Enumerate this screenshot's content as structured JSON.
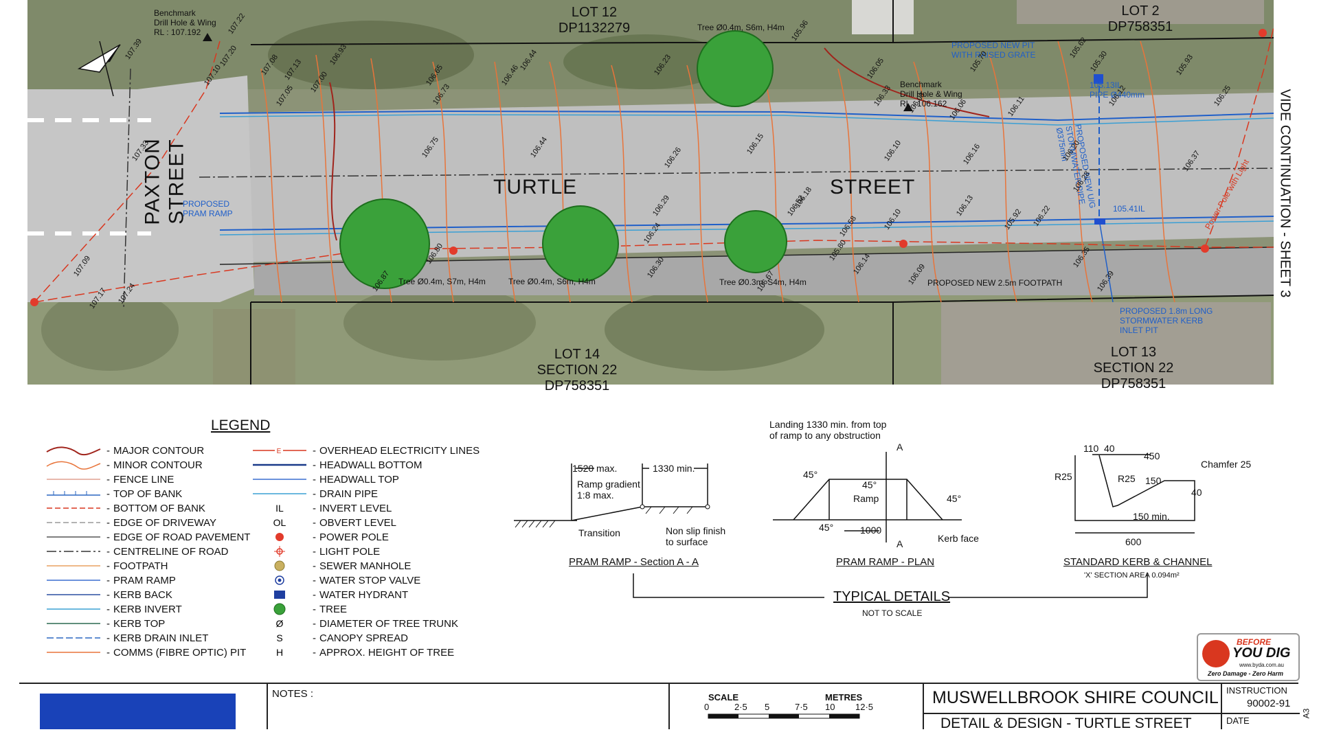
{
  "lots": {
    "lot12": [
      "LOT 12",
      "DP1132279"
    ],
    "lot2": [
      "LOT 2",
      "DP758351"
    ],
    "lot14": [
      "LOT 14",
      "SECTION 22",
      "DP758351"
    ],
    "lot13": [
      "LOT 13",
      "SECTION 22",
      "DP758351"
    ]
  },
  "streets": {
    "turtle1": "TURTLE",
    "turtle2": "STREET",
    "paxton": "PAXTON  STREET",
    "continuation": "VIDE CONTINUATION - SHEET 3"
  },
  "annotations": {
    "benchmark1": [
      "Benchmark",
      "Drill Hole & Wing",
      "RL : 107.192"
    ],
    "benchmark2": [
      "Benchmark",
      "Drill Hole & Wing",
      "RL : 106.162"
    ],
    "tree_top": "Tree Ø0.4m, S6m, H4m",
    "tree1": "Tree Ø0.4m, S7m, H4m",
    "tree2": "Tree Ø0.4m, S6m, H4m",
    "tree3": "Tree Ø0.3m, S4m, H4m",
    "pram_ramp": [
      "PROPOSED",
      "PRAM RAMP"
    ],
    "new_pit": [
      "PROPOSED NEW PIT",
      "WITH RAISED GRATE"
    ],
    "pipe": [
      "105.13IL",
      "PIPE Ø440mm"
    ],
    "stormwater": [
      "PROPOSED NEW U/G",
      "STORMWATER PIPE",
      "Ø375mm"
    ],
    "inlet_pit": [
      "PROPOSED 1.8m LONG",
      "STORMWATER KERB",
      "INLET PIT"
    ],
    "footpath": "PROPOSED NEW 2.5m FOOTPATH",
    "power_pole": "Power Pole with Light",
    "il_tag": "105.41IL"
  },
  "levels": [
    "107.39",
    "107.33",
    "107.24",
    "107.09",
    "107.17",
    "107.22",
    "107.20",
    "107.10",
    "107.08",
    "107.05",
    "107.13",
    "107.00",
    "106.93",
    "106.65",
    "106.73",
    "106.46",
    "106.44",
    "106.23",
    "106.75",
    "106.44",
    "106.26",
    "106.15",
    "106.10",
    "106.16",
    "106.20",
    "106.28",
    "106.37",
    "105.93",
    "105.96",
    "105.70",
    "105.62",
    "105.30",
    "106.06",
    "106.08",
    "106.11",
    "106.12",
    "106.25",
    "106.35",
    "106.39",
    "106.33",
    "106.29",
    "106.24",
    "106.30",
    "106.80",
    "106.87",
    "106.67",
    "106.52",
    "106.58",
    "106.18",
    "106.14",
    "106.09",
    "106.10",
    "105.80",
    "106.13",
    "105.92",
    "106.22",
    "106.05"
  ],
  "legend": {
    "title": "LEGEND",
    "left": [
      {
        "sym": "major-contour",
        "label": "MAJOR CONTOUR"
      },
      {
        "sym": "minor-contour",
        "label": "MINOR CONTOUR"
      },
      {
        "sym": "fence-line",
        "label": "FENCE LINE"
      },
      {
        "sym": "top-of-bank",
        "label": "TOP OF BANK"
      },
      {
        "sym": "bottom-of-bank",
        "label": "BOTTOM OF BANK"
      },
      {
        "sym": "edge-of-driveway",
        "label": "EDGE OF DRIVEWAY"
      },
      {
        "sym": "edge-of-road",
        "label": "EDGE OF ROAD PAVEMENT"
      },
      {
        "sym": "centreline",
        "label": "CENTRELINE OF ROAD"
      },
      {
        "sym": "footpath",
        "label": "FOOTPATH"
      },
      {
        "sym": "pram-ramp",
        "label": "PRAM RAMP"
      },
      {
        "sym": "kerb-back",
        "label": "KERB BACK"
      },
      {
        "sym": "kerb-invert",
        "label": "KERB INVERT"
      },
      {
        "sym": "kerb-top",
        "label": "KERB TOP"
      },
      {
        "sym": "kerb-drain-inlet",
        "label": "KERB DRAIN INLET"
      },
      {
        "sym": "comms-pit",
        "label": "COMMS (FIBRE OPTIC) PIT"
      }
    ],
    "right": [
      {
        "sym": "overhead-electricity",
        "text": "E",
        "label": "OVERHEAD ELECTRICITY LINES"
      },
      {
        "sym": "headwall-bottom",
        "text": "",
        "label": "HEADWALL BOTTOM"
      },
      {
        "sym": "headwall-top",
        "text": "",
        "label": "HEADWALL TOP"
      },
      {
        "sym": "drain-pipe",
        "text": "",
        "label": "DRAIN PIPE"
      },
      {
        "sym": "invert-level",
        "text": "IL",
        "label": "INVERT LEVEL"
      },
      {
        "sym": "obvert-level",
        "text": "OL",
        "label": "OBVERT LEVEL"
      },
      {
        "sym": "power-pole",
        "text": "",
        "label": "POWER POLE"
      },
      {
        "sym": "light-pole",
        "text": "",
        "label": "LIGHT POLE"
      },
      {
        "sym": "sewer-manhole",
        "text": "",
        "label": "SEWER MANHOLE"
      },
      {
        "sym": "water-stop-valve",
        "text": "",
        "label": "WATER STOP VALVE"
      },
      {
        "sym": "water-hydrant",
        "text": "",
        "label": "WATER HYDRANT"
      },
      {
        "sym": "tree",
        "text": "",
        "label": "TREE"
      },
      {
        "sym": "none",
        "text": "Ø",
        "label": "DIAMETER OF TREE TRUNK"
      },
      {
        "sym": "none",
        "text": "S",
        "label": "CANOPY SPREAD"
      },
      {
        "sym": "none",
        "text": "H",
        "label": "APPROX. HEIGHT OF TREE"
      }
    ]
  },
  "details": {
    "section": {
      "title": "PRAM RAMP - Section A - A",
      "max": "1520 max.",
      "min": "1330 min.",
      "gradient": [
        "Ramp gradient",
        "1:8 max."
      ],
      "transition": "Transition",
      "nonslip": [
        "Non slip finish",
        "to surface"
      ]
    },
    "plan": {
      "title": "PRAM RAMP - PLAN",
      "landing": [
        "Landing 1330 min. from top",
        "of ramp to any obstruction"
      ],
      "angle": "45°",
      "ramp": "Ramp",
      "width": "1000",
      "kerb_face": "Kerb face",
      "a": "A"
    },
    "kerb": {
      "title": "STANDARD KERB & CHANNEL",
      "area": "'X' SECTION AREA 0.094m²",
      "d110": "110",
      "d40": "40",
      "d450": "450",
      "chamfer": "Chamfer 25",
      "r25": "R25",
      "d150": "150",
      "d150min": "150 min.",
      "d600": "600"
    },
    "typical": "TYPICAL DETAILS",
    "not_to_scale": "NOT TO SCALE"
  },
  "dbyd": {
    "line1": "BEFORE",
    "line2": "YOU DIG",
    "web": "www.byda.com.au",
    "tag": "Zero Damage - Zero Harm"
  },
  "titleblock": {
    "notes": "NOTES :",
    "scale": "SCALE",
    "metres": "METRES",
    "scale_ticks": [
      "0",
      "2·5",
      "5",
      "7·5",
      "10",
      "12·5"
    ],
    "council": "MUSWELLBROOK SHIRE COUNCIL",
    "drawing": "DETAIL & DESIGN - TURTLE STREET",
    "instruction_label": "INSTRUCTION",
    "instruction": "90002-91",
    "date_label": "DATE",
    "sheet": "A3"
  },
  "colors": {
    "contour": "#e8743a",
    "major": "#a0241c",
    "pipe": "#1f5fc9",
    "tree": "#3aa13a",
    "electric": "#d9371f"
  }
}
